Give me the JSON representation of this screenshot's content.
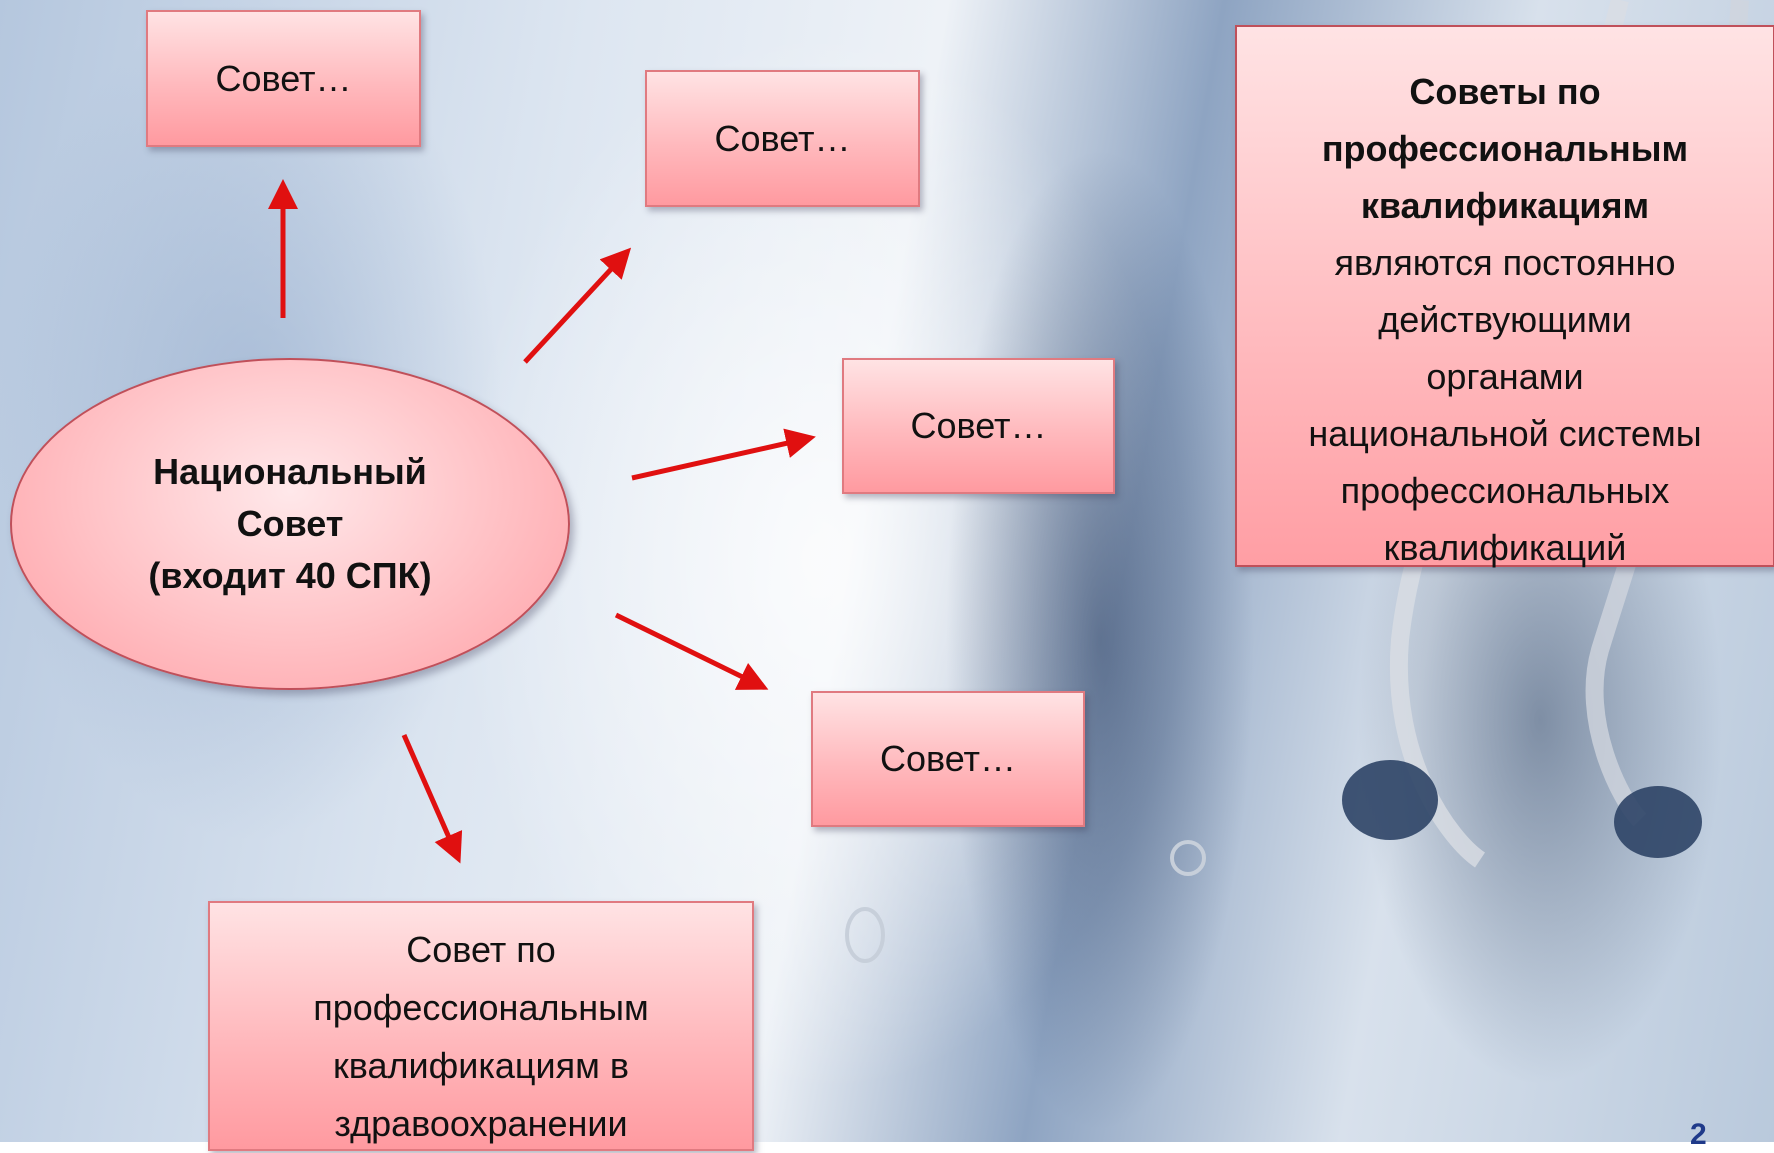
{
  "diagram": {
    "center": {
      "line1": "Национальный",
      "line2": "Совет",
      "line3": "(входит 40 СПК)"
    },
    "councils": [
      {
        "label": "Совет…"
      },
      {
        "label": "Совет…"
      },
      {
        "label": "Совет…"
      },
      {
        "label": "Совет…"
      }
    ],
    "health_council": {
      "line1": "Совет по",
      "line2": "профессиональным",
      "line3": "квалификациям в",
      "line4": "здравоохранении"
    },
    "info_box": {
      "bold_lines": [
        "Советы по",
        "профессиональным",
        "квалификациям"
      ],
      "lines": [
        "являются постоянно",
        "действующими",
        "органами",
        "национальной системы",
        "профессиональных",
        "квалификаций"
      ]
    },
    "arrow_color": "#e01010"
  },
  "page_number": "2"
}
